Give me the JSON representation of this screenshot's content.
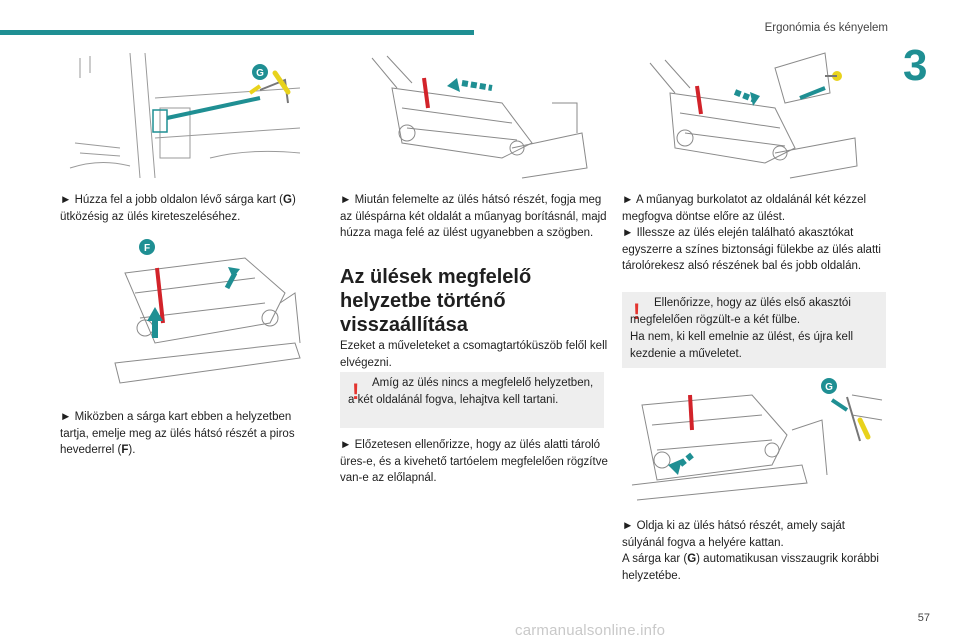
{
  "header": {
    "title": "Ergonómia és kényelem",
    "chapter_number": "3",
    "accent_color": "#1f8f93"
  },
  "page_number": "57",
  "watermark": "carmanualsonline.info",
  "illustrations": {
    "fig1_badge": "G",
    "fig2_badge": "F",
    "fig5_badge": "G"
  },
  "col1": {
    "step1": {
      "arrow": "►",
      "t1": "Húzza fel a jobb oldalon lévő sárga kart (",
      "b1": "G",
      "t2": ") ütközésig az ülés kireteszeléséhez."
    },
    "step2": {
      "arrow": "►",
      "t1": "Miközben a sárga kart ebben a helyzetben tartja, emelje meg az ülés hátsó részét a piros hevederrel (",
      "b1": "F",
      "t2": ")."
    }
  },
  "col2": {
    "step3": {
      "arrow": "►",
      "text": "Miután felemelte az ülés hátsó részét, fogja meg az üléspárna két oldalát a műanyag borításnál, majd húzza maga felé az ülést ugyanebben a szögben."
    },
    "heading": "Az ülések megfelelő helyzetbe történő visszaállítása",
    "intro": "Ezeket a műveleteket a csomagtartóküszöb felől kell elvégezni.",
    "warning": {
      "mark": "!",
      "text": "Amíg az ülés nincs a megfelelő helyzetben, a két oldalánál fogva, lehajtva kell tartani."
    },
    "step4": {
      "arrow": "►",
      "text": "Előzetesen ellenőrizze, hogy az ülés alatti tároló üres-e, és a kivehető tartóelem megfelelően rögzítve van-e az előlapnál."
    }
  },
  "col3": {
    "step5": {
      "arrow": "►",
      "text": "A műanyag burkolatot az oldalánál két kézzel megfogva döntse előre az ülést."
    },
    "step6": {
      "arrow": "►",
      "text": "Illessze az ülés elején található akasztókat egyszerre a színes biztonsági fülekbe az ülés alatti tárolórekesz alsó részének bal és jobb oldalán."
    },
    "warning": {
      "mark": "!",
      "text1": "Ellenőrizze, hogy az ülés első akasztói megfelelően rögzült-e a két fülbe.",
      "text2": "Ha nem, ki kell emelnie az ülést, és újra kell kezdenie a műveletet."
    },
    "step7": {
      "arrow": "►",
      "text": "Oldja ki az ülés hátsó részét, amely saját súlyánál fogva a helyére kattan."
    },
    "note": {
      "t1": "A sárga kar (",
      "b1": "G",
      "t2": ") automatikusan visszaugrik korábbi helyzetébe."
    }
  }
}
